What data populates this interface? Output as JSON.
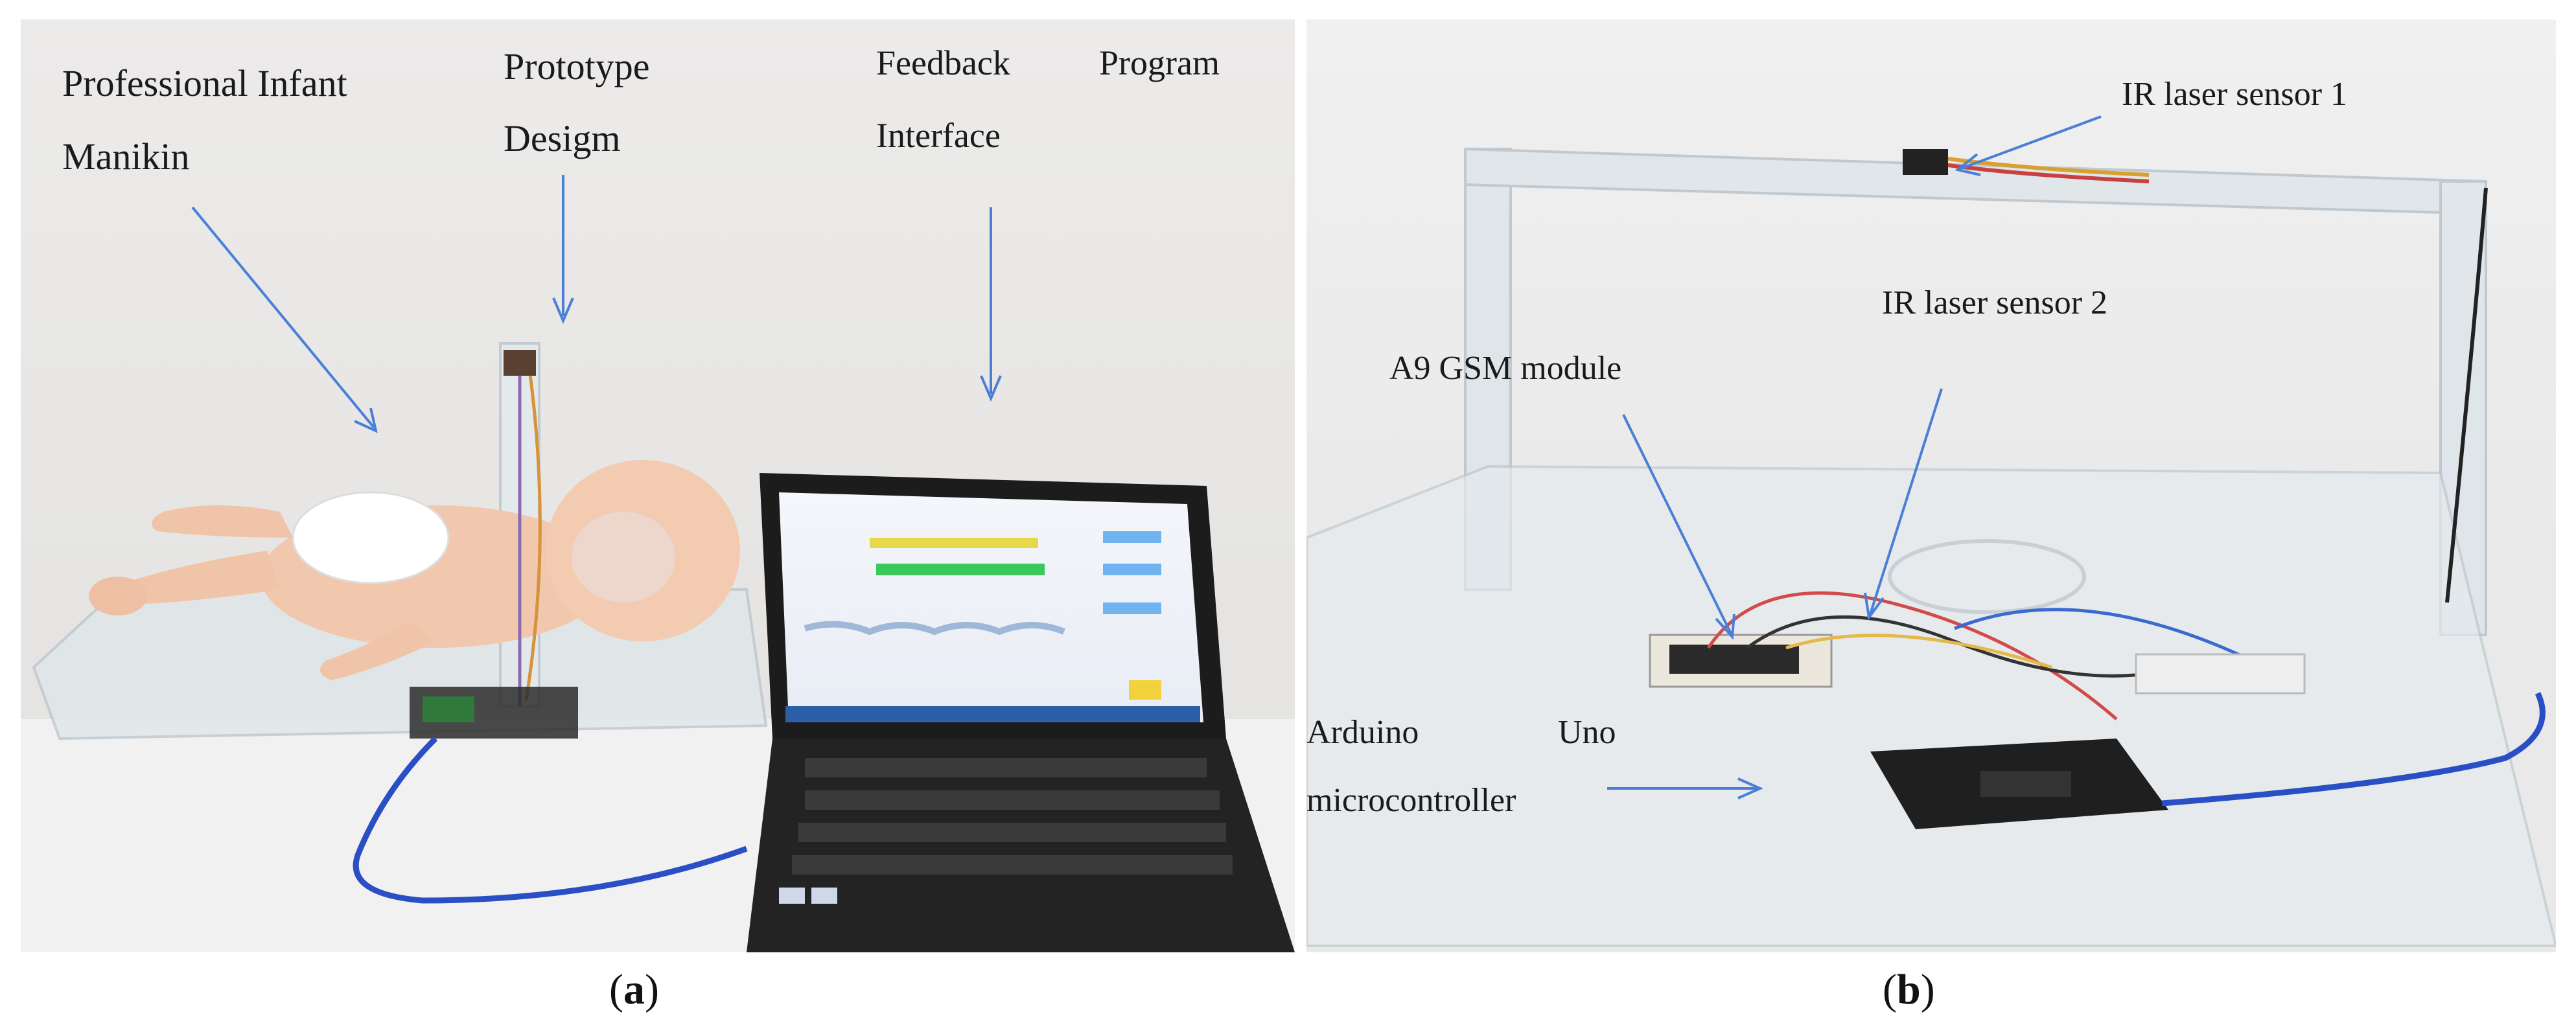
{
  "panel_a": {
    "labels": {
      "manikin_line1": "Professional  Infant",
      "manikin_line2": "Manikin",
      "prototype_line1": "Prototype",
      "prototype_line2": "Desigm",
      "feedback_line1": "Feedback",
      "feedback_program": "Program",
      "feedback_line2": "Interface"
    },
    "caption_letter": "a"
  },
  "panel_b": {
    "labels": {
      "ir_sensor_1": "IR laser sensor 1",
      "ir_sensor_2": "IR laser sensor 2",
      "gsm_module": "A9 GSM module",
      "arduino_line1a": "Arduino",
      "arduino_line1b": "Uno",
      "arduino_line2": "microcontroller"
    },
    "caption_letter": "b"
  },
  "colors": {
    "arrow": "#4a7fd8",
    "wall": "#e9e7e4",
    "table": "#eeeeee",
    "laptop": "#1c1c1c",
    "cable": "#2a4fc4"
  }
}
